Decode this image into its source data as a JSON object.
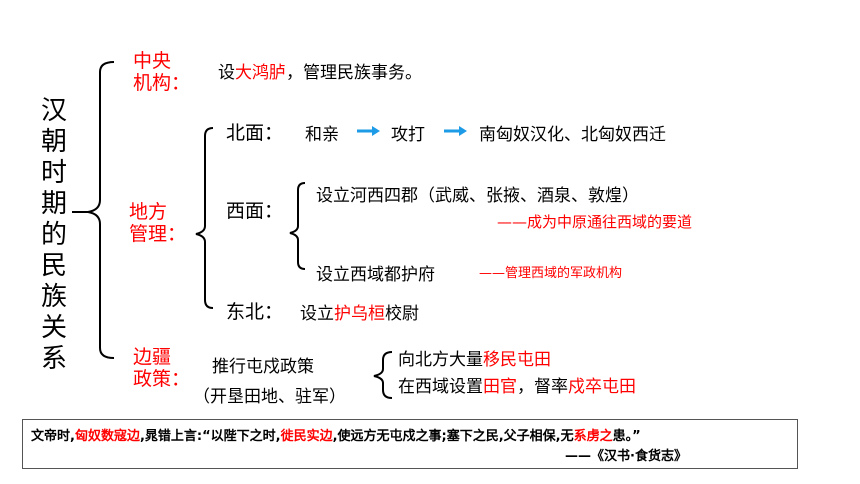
{
  "title": "汉朝时期的民族关系",
  "central": {
    "label_line1": "中央",
    "label_line2": "机构：",
    "pre": "设",
    "highlight": "大鸿胪",
    "post": "，管理民族事务。"
  },
  "local": {
    "label_line1": "地方",
    "label_line2": "管理：",
    "north": {
      "label": "北面：",
      "step1": "和亲",
      "step2": "攻打",
      "step3": "南匈奴汉化、北匈奴西迁"
    },
    "west": {
      "label": "西面：",
      "item1": "设立河西四郡（武威、张掖、酒泉、敦煌）",
      "item1_note": "——成为中原通往西域的要道",
      "item2": "设立西域都护府",
      "item2_note": "——管理西域的军政机构"
    },
    "northeast": {
      "label": "东北：",
      "pre": "设立",
      "highlight": "护乌桓",
      "post": "校尉"
    }
  },
  "border": {
    "label_line1": "边疆",
    "label_line2": "政策：",
    "policy": "推行屯戍政策",
    "policy_note": "（开垦田地、驻军）",
    "item1_pre": "向北方大量",
    "item1_highlight": "移民屯田",
    "item2_pre": "在西域设置",
    "item2_highlight1": "田官",
    "item2_mid": "，督率",
    "item2_highlight2": "戍卒屯田"
  },
  "quote": {
    "p1": "文帝时,",
    "h1": "匈奴数寇边",
    "p2": ",晁错上言:“以陛下之时,",
    "h2": "徙民实边",
    "p3": ",使远方无屯戍之事;塞下之民,父子相保,无",
    "h3": "系虏之",
    "p4": "患。”",
    "source": "——《汉书·食货志》"
  },
  "colors": {
    "highlight": "#ff0000",
    "arrow": "#1e9be6",
    "text": "#000000"
  }
}
